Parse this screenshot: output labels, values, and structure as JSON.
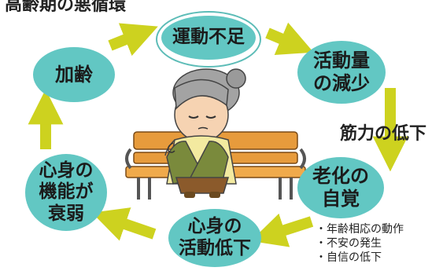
{
  "title": "高齢期の悪循環",
  "nodes": {
    "undou_busoku": "運動不足",
    "kareI": "加齢",
    "katsudouryou_1": "活動量",
    "katsudouryou_2": "の減少",
    "roka_1": "老化の",
    "roka_2": "自覚",
    "shinshin_teika_1": "心身の",
    "shinshin_teika_2": "活動低下",
    "kinou_1": "心身の",
    "kinou_2": "機能が",
    "kinou_3": "衰弱"
  },
  "edge_label": "筋力の低下",
  "notes": [
    "・年齢相応の動作",
    "・不安の発生",
    "・自信の低下"
  ],
  "colors": {
    "node": "#62c7c3",
    "arrow": "#cdd21f",
    "ring": "#5cbcb7"
  }
}
